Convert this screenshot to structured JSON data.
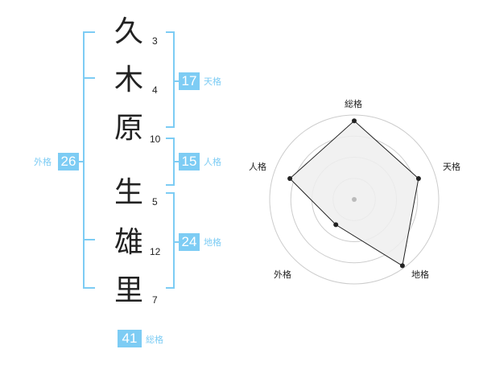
{
  "name": {
    "characters": [
      "久",
      "木",
      "原",
      "生",
      "雄",
      "里"
    ],
    "strokes": [
      "3",
      "4",
      "10",
      "5",
      "12",
      "7"
    ]
  },
  "scores": {
    "tenkaku": {
      "value": "17",
      "label": "天格"
    },
    "jinkaku": {
      "value": "15",
      "label": "人格"
    },
    "chikaku": {
      "value": "24",
      "label": "地格"
    },
    "gaikaku": {
      "value": "26",
      "label": "外格"
    },
    "soukaku": {
      "value": "41",
      "label": "総格"
    }
  },
  "radar": {
    "axes": [
      "総格",
      "天格",
      "地格",
      "外格",
      "人格"
    ],
    "levels": 4,
    "values": [
      0.93,
      0.8,
      0.97,
      0.37,
      0.8
    ],
    "colors": {
      "fill": "#eeeeee",
      "stroke": "#222222",
      "grid": "#cccccc",
      "point": "#222222"
    }
  },
  "colors": {
    "accent": "#7dccf4",
    "text": "#222222"
  }
}
